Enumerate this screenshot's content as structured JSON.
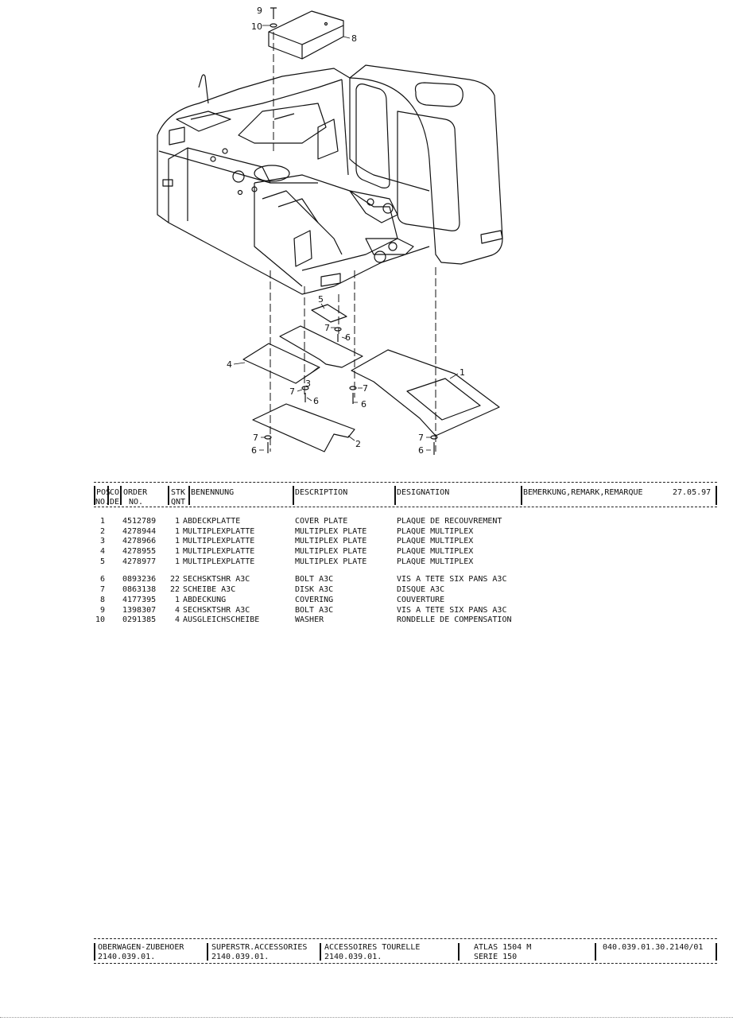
{
  "callouts": [
    "1",
    "2",
    "3",
    "4",
    "5",
    "6",
    "7",
    "8",
    "9",
    "10"
  ],
  "table": {
    "headers": {
      "pos": "POS",
      "pos2": "NO.",
      "co": "CO",
      "co2": "DE",
      "order": "ORDER",
      "order2": "NO.",
      "stk": "STK",
      "stk2": "QNT",
      "benennung": "BENENNUNG",
      "description": "DESCRIPTION",
      "designation": "DESIGNATION",
      "bemerkung": "BEMERKUNG,REMARK,REMARQUE",
      "date": "27.05.97"
    },
    "rows": [
      {
        "pos": "1",
        "order": "4512789",
        "qty": "1",
        "benennung": "ABDECKPLATTE",
        "description": "COVER PLATE",
        "designation": "PLAQUE DE RECOUVREMENT"
      },
      {
        "pos": "2",
        "order": "4278944",
        "qty": "1",
        "benennung": "MULTIPLEXPLATTE",
        "description": "MULTIPLEX PLATE",
        "designation": "PLAQUE MULTIPLEX"
      },
      {
        "pos": "3",
        "order": "4278966",
        "qty": "1",
        "benennung": "MULTIPLEXPLATTE",
        "description": "MULTIPLEX PLATE",
        "designation": "PLAQUE MULTIPLEX"
      },
      {
        "pos": "4",
        "order": "4278955",
        "qty": "1",
        "benennung": "MULTIPLEXPLATTE",
        "description": "MULTIPLEX PLATE",
        "designation": "PLAQUE MULTIPLEX"
      },
      {
        "pos": "5",
        "order": "4278977",
        "qty": "1",
        "benennung": "MULTIPLEXPLATTE",
        "description": "MULTIPLEX PLATE",
        "designation": "PLAQUE MULTIPLEX"
      },
      {
        "pos": "6",
        "order": "0893236",
        "qty": "22",
        "benennung": "SECHSKTSHR A3C",
        "description": "BOLT A3C",
        "designation": "VIS A TETE SIX PANS A3C"
      },
      {
        "pos": "7",
        "order": "0863138",
        "qty": "22",
        "benennung": "SCHEIBE A3C",
        "description": "DISK A3C",
        "designation": "DISQUE A3C"
      },
      {
        "pos": "8",
        "order": "4177395",
        "qty": "1",
        "benennung": "ABDECKUNG",
        "description": "COVERING",
        "designation": "COUVERTURE"
      },
      {
        "pos": "9",
        "order": "1398307",
        "qty": "4",
        "benennung": "SECHSKTSHR A3C",
        "description": "BOLT A3C",
        "designation": "VIS A TETE SIX PANS A3C"
      },
      {
        "pos": "10",
        "order": "0291385",
        "qty": "4",
        "benennung": "AUSGLEICHSCHEIBE",
        "description": "WASHER",
        "designation": "RONDELLE DE COMPENSATION"
      }
    ]
  },
  "footer": {
    "de_title": "OBERWAGEN-ZUBEHOER",
    "de_code": "2140.039.01.",
    "en_title": "SUPERSTR.ACCESSORIES",
    "en_code": "2140.039.01.",
    "fr_title": "ACCESSOIRES TOURELLE",
    "fr_code": "2140.039.01.",
    "model": "ATLAS 1504 M",
    "serie": "SERIE 150",
    "doc_no": "040.039.01.30.2140/01"
  }
}
